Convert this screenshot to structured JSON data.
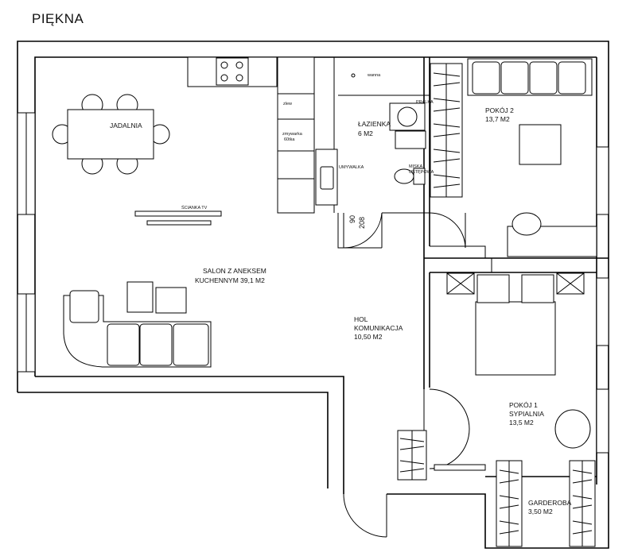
{
  "title": "PIĘKNA",
  "rooms": {
    "salon_name": "SALON Z ANEKSEM",
    "salon_area": "KUCHENNYM 39,1 M2",
    "jadalnia": "JADALNIA",
    "scianka_tv": "ŚCIANKA TV",
    "lazienka_name": "ŁAZIENKA",
    "lazienka_area": "6 M2",
    "hol_name": "HOL",
    "hol_name2": "KOMUNIKACJA",
    "hol_area": "10,50 M2",
    "pokoj2_name": "POKÓJ 2",
    "pokoj2_area": "13,7 M2",
    "pokoj1_name": "POKÓJ 1",
    "pokoj1_sub": "SYPIALNIA",
    "pokoj1_area": "13,5 M2",
    "garderoba_name": "GARDEROBA",
    "garderoba_area": "3,50 M2"
  },
  "fixtures": {
    "wanna": "wanna",
    "pralka": "PRALKA",
    "umywalka": "UMYWALKA",
    "miska_1": "MISKA",
    "miska_2": "USTĘPOWA",
    "zlew": "zlew",
    "zmywarka_1": "zmywarka",
    "zmywarka_2": "60tka",
    "door_w": "90",
    "door_h": "208"
  }
}
